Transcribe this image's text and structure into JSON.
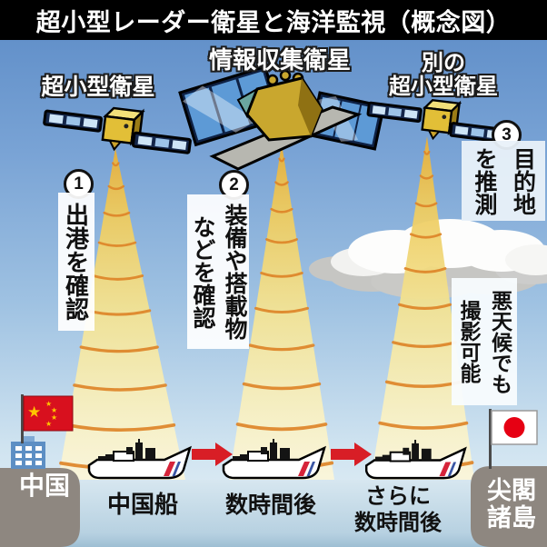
{
  "title": "超小型レーダー衛星と海洋監視（概念図）",
  "satellites": {
    "left": "超小型衛星",
    "center": "情報収集衛星",
    "right": "別の\n超小型衛星"
  },
  "steps": {
    "one": {
      "badge": "1",
      "text": "出港を確認"
    },
    "two": {
      "badge": "2",
      "text": "装備や搭載物\nなどを確認"
    },
    "three": {
      "badge": "3",
      "text": "目的地\nを推測"
    }
  },
  "weather_note": "悪天候でも\n撮影可能",
  "bottom": {
    "china": "中国",
    "senkaku": "尖閣\n諸島",
    "ship1": "中国船",
    "ship2": "数時間後",
    "ship3": "さらに\n数時間後"
  },
  "icons": {
    "star": "★"
  },
  "colors": {
    "title_bg": "#000000",
    "sky_top": "#6593cb",
    "sea": "#c9ddea",
    "beam": "#f3e394",
    "beam_stripe": "#dd8428",
    "arrow": "#d81e26",
    "land": "#8e8780",
    "china_flag": "#d8101e",
    "japan_disc": "#e60013"
  }
}
